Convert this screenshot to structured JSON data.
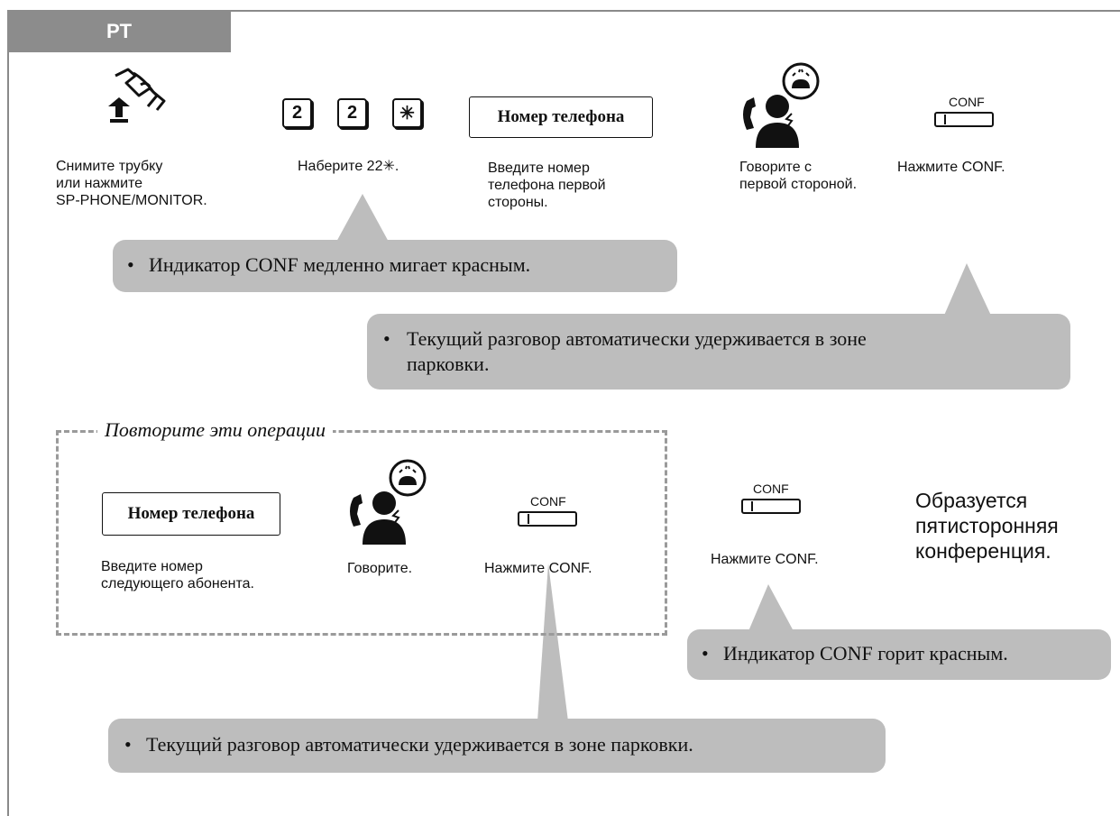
{
  "header": {
    "tab_label": "PT"
  },
  "steps": [
    {
      "icon": "handset-offhook-icon",
      "text": "Снимите трубку\nили нажмите\nSP-PHONE/MONITOR."
    },
    {
      "icon": "dial-keys-icon",
      "keys": [
        "2",
        "2",
        "✳"
      ],
      "text": "Наберите 22✳."
    },
    {
      "icon": "phone-number-box",
      "box_label": "Номер телефона",
      "text": "Введите номер\nтелефона первой\nстороны."
    },
    {
      "icon": "talking-person-icon",
      "text": "Говорите с\nпервой стороной."
    },
    {
      "icon": "conf-button-icon",
      "button_label": "CONF",
      "text": "Нажмите CONF."
    }
  ],
  "callouts": {
    "conf_flash": "Индикатор CONF медленно мигает красным.",
    "park_auto_1": "Текущий разговор автоматически удерживается в зоне\nпарковки.",
    "conf_lit": "Индикатор CONF горит красным.",
    "park_auto_2": "Текущий разговор автоматически удерживается в зоне парковки."
  },
  "repeat": {
    "title": "Повторите эти операции",
    "steps": [
      {
        "icon": "phone-number-box",
        "box_label": "Номер телефона",
        "text": "Введите номер\nследующего абонента."
      },
      {
        "icon": "talking-person-icon",
        "text": "Говорите."
      },
      {
        "icon": "conf-button-icon",
        "button_label": "CONF",
        "text": "Нажмите CONF."
      }
    ]
  },
  "final": {
    "button_label": "CONF",
    "text": "Нажмите CONF.",
    "result": "Образуется\nпятисторонняя\nконференция."
  },
  "colors": {
    "tab": "#8c8c8c",
    "callout": "#bdbdbd",
    "frame": "#8a8a8a",
    "dash": "#9a9a9a"
  }
}
